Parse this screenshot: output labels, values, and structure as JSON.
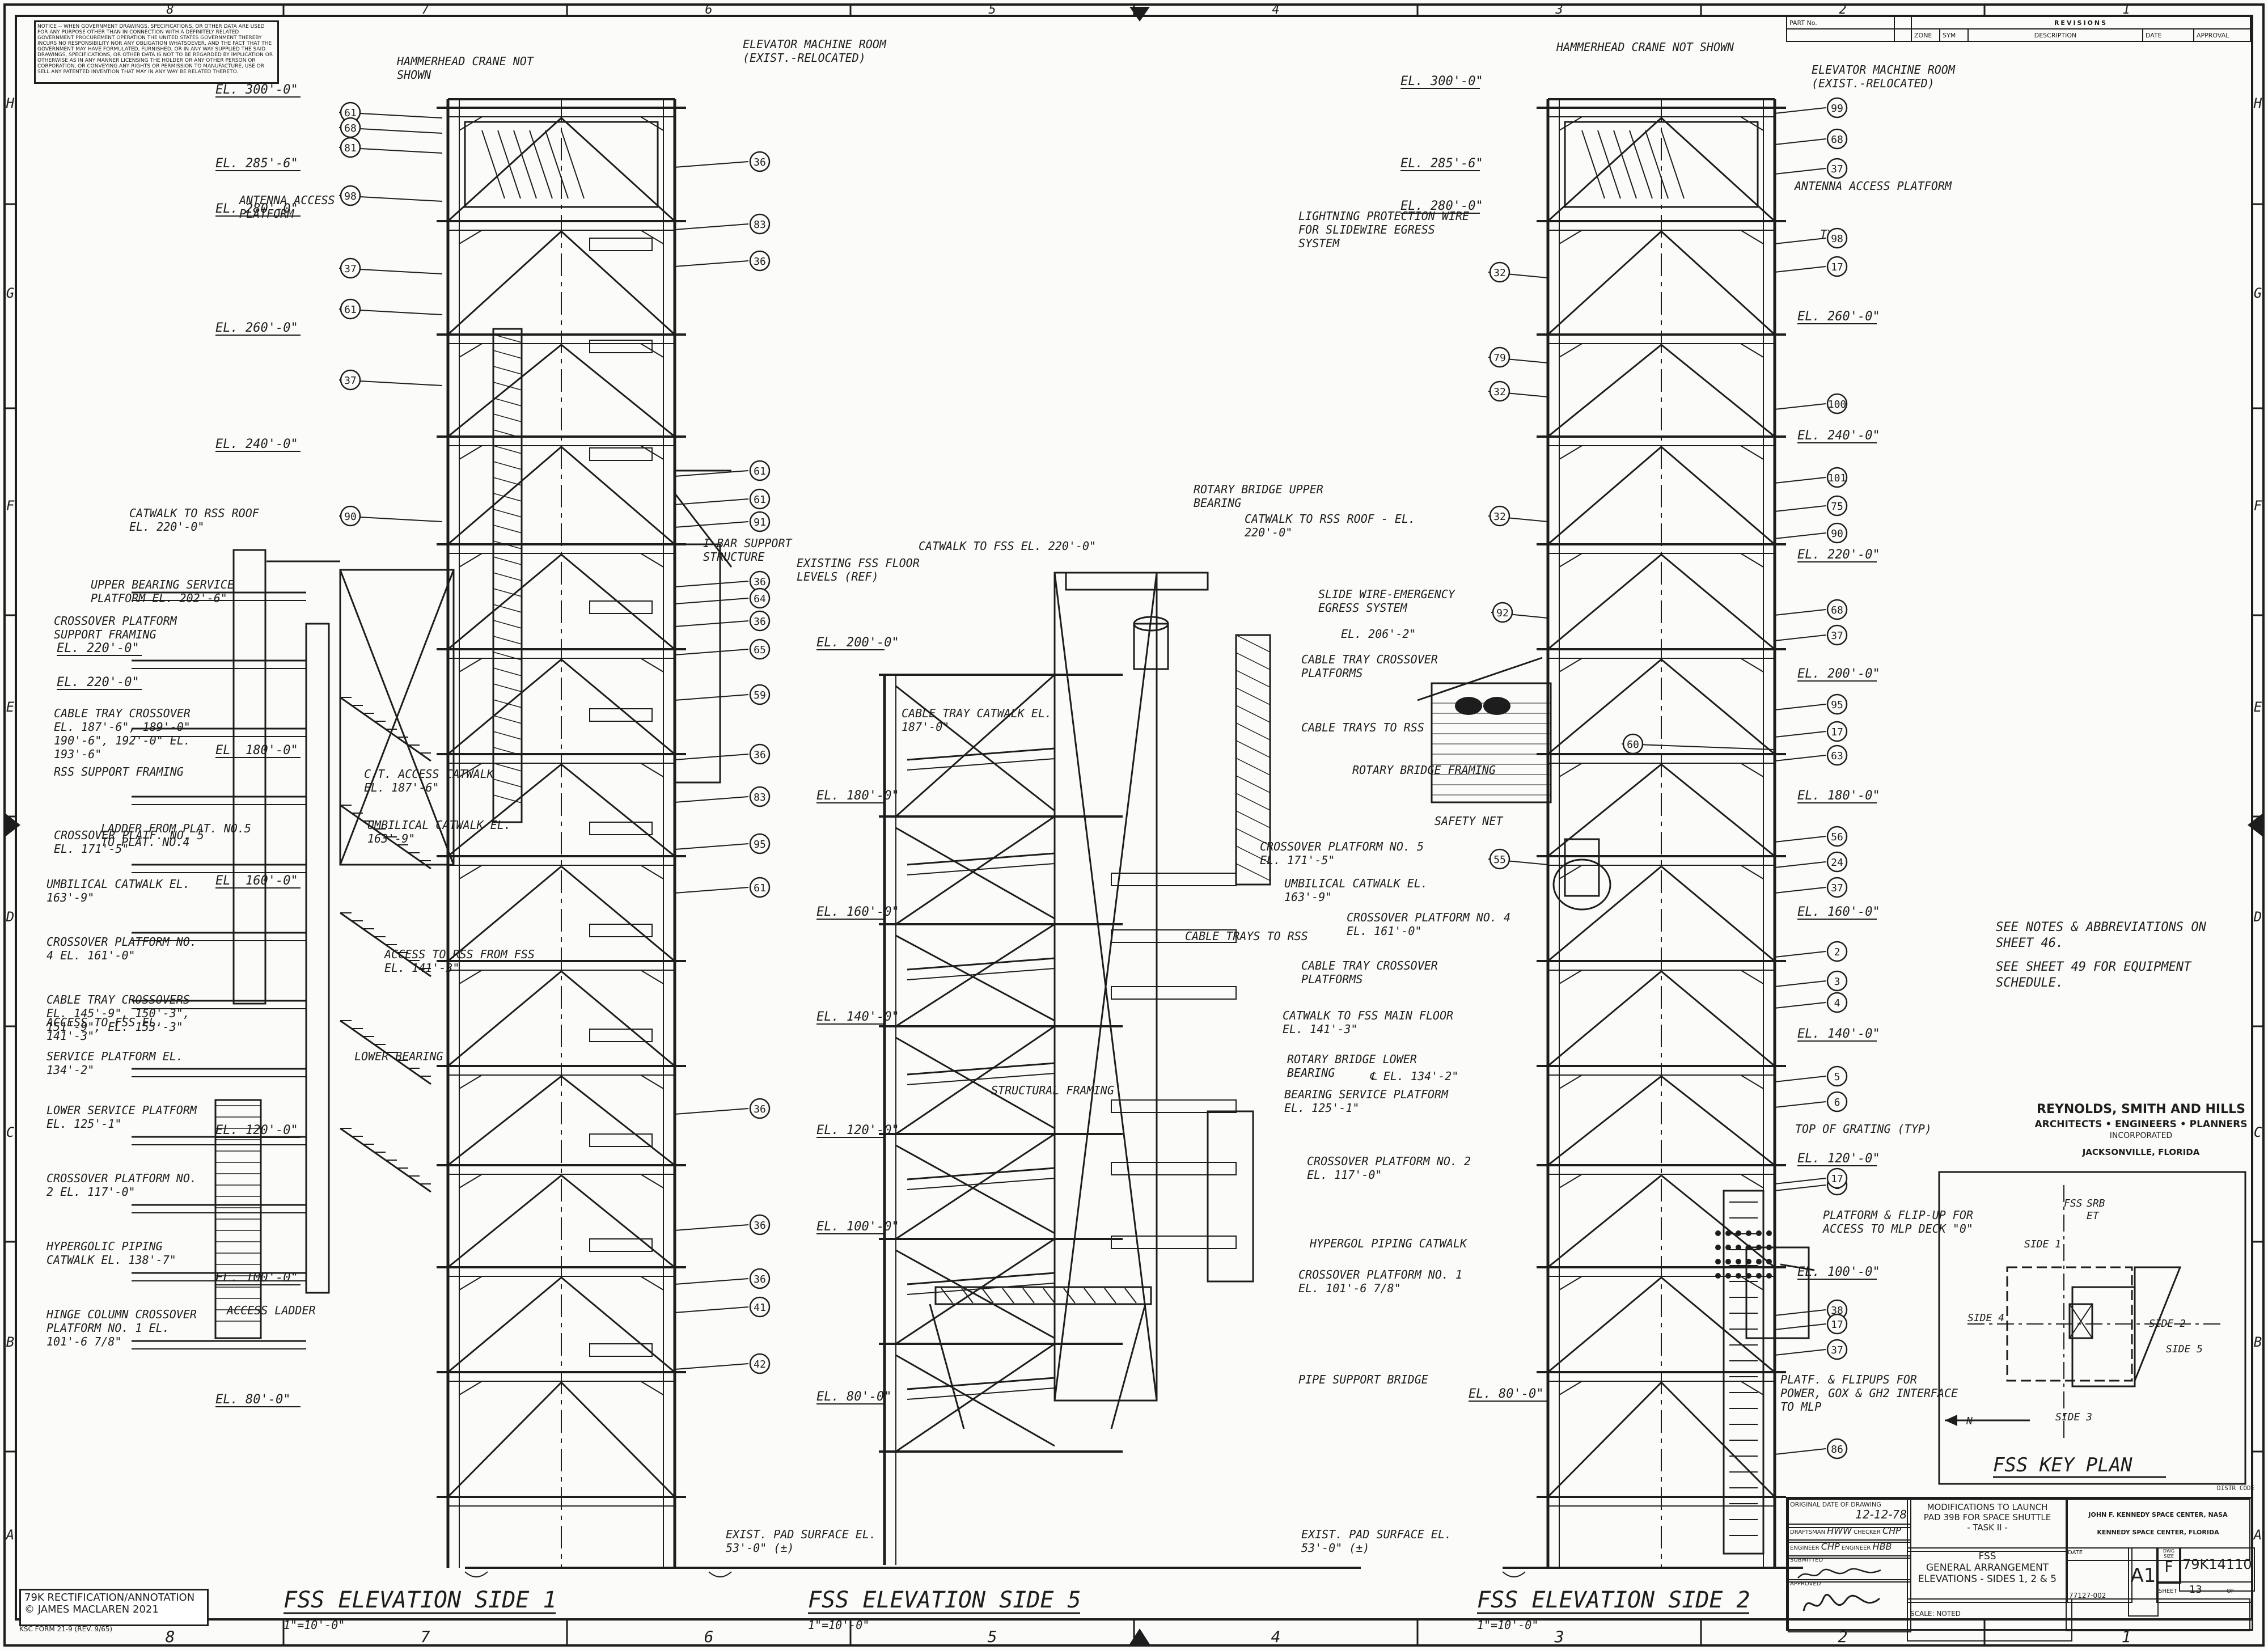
{
  "border": {
    "columns": [
      "8",
      "7",
      "6",
      "5",
      "4",
      "3",
      "2",
      "1"
    ],
    "rows": [
      "H",
      "G",
      "F",
      "E",
      "D",
      "C",
      "B",
      "A"
    ]
  },
  "notice": "NOTICE -- WHEN GOVERNMENT DRAWINGS, SPECIFICATIONS, OR OTHER DATA ARE USED FOR ANY PURPOSE OTHER THAN IN CONNECTION WITH A DEFINITELY RELATED GOVERNMENT PROCUREMENT OPERATION THE UNITED STATES GOVERNMENT THEREBY INCURS NO RESPONSIBILITY NOR ANY OBLIGATION WHATSOEVER, AND THE FACT THAT THE GOVERNMENT MAY HAVE FORMULATED, FURNISHED, OR IN ANY WAY SUPPLIED THE SAID DRAWINGS, SPECIFICATIONS, OR OTHER DATA IS NOT TO BE REGARDED BY IMPLICATION OR OTHERWISE AS IN ANY MANNER LICENSING THE HOLDER OR ANY OTHER PERSON OR CORPORATION, OR CONVEYING ANY RIGHTS OR PERMISSION TO MANUFACTURE, USE OR SELL ANY PATENTED INVENTION THAT MAY IN ANY WAY BE RELATED THERETO.",
  "revisions": {
    "part_no": "PART No.",
    "title": "REVISIONS",
    "cols": [
      "ZONE",
      "SYM",
      "DESCRIPTION",
      "DATE",
      "APPROVAL"
    ]
  },
  "elevations_left": [
    "EL. 300'-0\"",
    "EL. 285'-6\"",
    "EL. 280'-0\"",
    "EL. 260'-0\"",
    "EL. 240'-0\"",
    "EL. 220'-0\"",
    "EL. 220'-0\"",
    "EL. 180'-0\"",
    "EL. 160'-0\"",
    "EL. 120'-0\"",
    "EL. 100'-0\"",
    "EL. 80'-0\""
  ],
  "elevations_mid": [
    "EL. 200'-0\"",
    "EL. 180'-0\"",
    "EL. 160'-0\"",
    "EL. 140'-0\"",
    "EL. 120'-0\"",
    "EL. 100'-0\"",
    "EL. 80'-0\""
  ],
  "elevations_right": [
    "EL. 300'-0\"",
    "EL. 285'-6\"",
    "EL. 280'-0\"",
    "EL. 260'-0\"",
    "EL. 240'-0\"",
    "EL. 220'-0\"",
    "EL. 200'-0\"",
    "EL. 180'-0\"",
    "EL. 160'-0\"",
    "EL. 140'-0\"",
    "EL. 120'-0\"",
    "EL. 100'-0\"",
    "EL. 80'-0\""
  ],
  "labels_left": [
    "HAMMERHEAD CRANE NOT SHOWN",
    "ELEVATOR MACHINE ROOM (EXIST.-RELOCATED)",
    "ANTENNA ACCESS PLATFORM",
    "CATWALK TO RSS ROOF EL. 220'-0\"",
    "UPPER BEARING SERVICE PLATFORM EL. 202'-6\"",
    "CROSSOVER PLATFORM SUPPORT FRAMING",
    "CABLE TRAY CROSSOVER EL. 187'-6\", 189'-0\" 190'-6\", 192'-0\" EL. 193'-6\"",
    "RSS SUPPORT FRAMING",
    "CROSSOVER PLATF. NO. 5 EL. 171'-5\"",
    "LADDER FROM PLAT. NO.5 TO PLAT. NO.4",
    "UMBILICAL CATWALK EL. 163'-9\"",
    "CROSSOVER PLATFORM NO. 4 EL. 161'-0\"",
    "CABLE TRAY CROSSOVERS EL. 145'-9\", 150'-3\", 151'-9\", EL. 153'-3\"",
    "ACCESS TO FSS EL. 141'-3\"",
    "SERVICE PLATFORM EL. 134'-2\"",
    "LOWER SERVICE PLATFORM EL. 125'-1\"",
    "CROSSOVER PLATFORM NO. 2 EL. 117'-0\"",
    "HYPERGOLIC PIPING CATWALK EL. 138'-7\"",
    "HINGE COLUMN CROSSOVER PLATFORM NO. 1 EL. 101'-6 7/8\"",
    "ACCESS LADDER",
    "I-BAR SUPPORT STRUCTURE",
    "C.T. ACCESS CATWALK EL. 187'-6\"",
    "UMBILICAL CATWALK EL. 163'-9\"",
    "ACCESS TO RSS FROM FSS EL. 141'-3\"",
    "LOWER BEARING",
    "EXIST. PAD SURFACE EL. 53'-0\" (±)",
    "EXISTING FSS FLOOR LEVELS (REF)"
  ],
  "labels_mid": [
    "ROTARY BRIDGE UPPER BEARING",
    "CATWALK TO FSS EL. 220'-0\"",
    "CATWALK TO RSS ROOF - EL. 220'-0\"",
    "CABLE TRAY CATWALK EL. 187'-0\"",
    "CABLE TRAY CROSSOVER PLATFORMS",
    "CABLE TRAYS TO RSS",
    "ROTARY BRIDGE FRAMING",
    "CROSSOVER PLATFORM NO. 5 EL. 171'-5\"",
    "UMBILICAL CATWALK EL. 163'-9\"",
    "CROSSOVER PLATFORM NO. 4 EL. 161'-0\"",
    "CABLE TRAYS TO RSS",
    "CABLE TRAY CROSSOVER PLATFORMS",
    "CATWALK TO FSS MAIN FLOOR EL. 141'-3\"",
    "ROTARY BRIDGE LOWER BEARING",
    "℄ EL. 134'-2\"",
    "BEARING SERVICE PLATFORM EL. 125'-1\"",
    "STRUCTURAL FRAMING",
    "CROSSOVER PLATFORM NO. 2 EL. 117'-0\"",
    "HYPERGOL PIPING CATWALK",
    "CROSSOVER PLATFORM NO. 1 EL. 101'-6 7/8\"",
    "PIPE SUPPORT BRIDGE",
    "EXIST. PAD SURFACE EL. 53'-0\" (±)",
    "SLIDE WIRE-EMERGENCY EGRESS SYSTEM",
    "EL. 206'-2\"",
    "SAFETY NET"
  ],
  "labels_right": [
    "HAMMERHEAD CRANE NOT SHOWN",
    "ELEVATOR MACHINE ROOM (EXIST.-RELOCATED)",
    "LIGHTNING PROTECTION WIRE FOR SLIDEWIRE EGRESS SYSTEM",
    "ANTENNA ACCESS PLATFORM",
    "TYP",
    "TOP OF GRATING (TYP)",
    "PLATFORM & FLIP-UP FOR ACCESS TO MLP DECK \"0\"",
    "PLATF. & FLIPUPS FOR POWER, GOX & GH2 INTERFACE TO MLP"
  ],
  "bubbles_left": [
    "61",
    "68",
    "81",
    "98",
    "37",
    "61",
    "37",
    "90",
    "61",
    "36",
    "83",
    "36",
    "61",
    "36",
    "91",
    "64",
    "36",
    "65",
    "59",
    "36",
    "83",
    "95",
    "61",
    "36",
    "36",
    "36",
    "41",
    "42"
  ],
  "bubbles_right": [
    "99",
    "68",
    "37",
    "98",
    "17",
    "32",
    "79",
    "32",
    "100",
    "101",
    "75",
    "90",
    "32",
    "92",
    "68",
    "37",
    "95",
    "17",
    "63",
    "60",
    "56",
    "24",
    "37",
    "55",
    "2",
    "3",
    "4",
    "5",
    "6",
    "1",
    "17",
    "38",
    "17",
    "37",
    "86"
  ],
  "notes_right": [
    "SEE NOTES & ABBREVIATIONS ON SHEET 46.",
    "SEE SHEET 49 FOR EQUIPMENT SCHEDULE."
  ],
  "firm": {
    "name": "REYNOLDS, SMITH AND HILLS",
    "line2": "ARCHITECTS • ENGINEERS • PLANNERS",
    "line3": "INCORPORATED",
    "line4": "JACKSONVILLE, FLORIDA"
  },
  "key_plan": {
    "title": "FSS KEY PLAN",
    "labels": [
      "FSS",
      "SRB",
      "ET",
      "SIDE 1",
      "SIDE 2",
      "SIDE 3",
      "SIDE 4",
      "SIDE 5",
      "N"
    ]
  },
  "titles": [
    {
      "main": "FSS ELEVATION SIDE 1",
      "scale": "1\"=10'-0\""
    },
    {
      "main": "FSS ELEVATION SIDE 5",
      "scale": "1\"=10'-0\""
    },
    {
      "main": "FSS ELEVATION SIDE 2",
      "scale": "1\"=10'-0\""
    }
  ],
  "title_block": {
    "orig_label": "ORIGINAL DATE OF DRAWING",
    "orig_date": "12-12-78",
    "drafted_label": "DRAFTSMAN",
    "drafted": "HWW",
    "checker_label": "CHECKER",
    "checker": "CHP",
    "engineer_label": "ENGINEER",
    "engineer": "CHP",
    "engineer2_label": "ENGINEER",
    "engineer2": "HBB",
    "submitted_label": "SUBMITTED",
    "approved_label": "APPROVED",
    "project1": "MODIFICATIONS TO LAUNCH",
    "project2": "PAD 39B FOR SPACE SHUTTLE",
    "project3": "- TASK II -",
    "center1": "JOHN F. KENNEDY SPACE CENTER, NASA",
    "center2": "KENNEDY SPACE CENTER, FLORIDA",
    "title1": "FSS",
    "title2": "GENERAL ARRANGEMENT",
    "title3": "ELEVATIONS - SIDES 1, 2 & 5",
    "scale": "SCALE: NOTED",
    "date_label": "DATE",
    "contract": "77127-002",
    "size": "A1",
    "dwg_size_label": "DWG SIZE",
    "dwg_size": "F",
    "dwg_no": "79K14110",
    "sheet_label": "SHEET",
    "sheet": "13",
    "of_label": "OF",
    "code_label": "DISTR CODE"
  },
  "copyright": {
    "line1": "79K RECTIFICATION/ANNOTATION",
    "line2": "© JAMES MACLAREN 2021"
  },
  "form_no": "KSC FORM 21-9 (REV. 9/65)"
}
